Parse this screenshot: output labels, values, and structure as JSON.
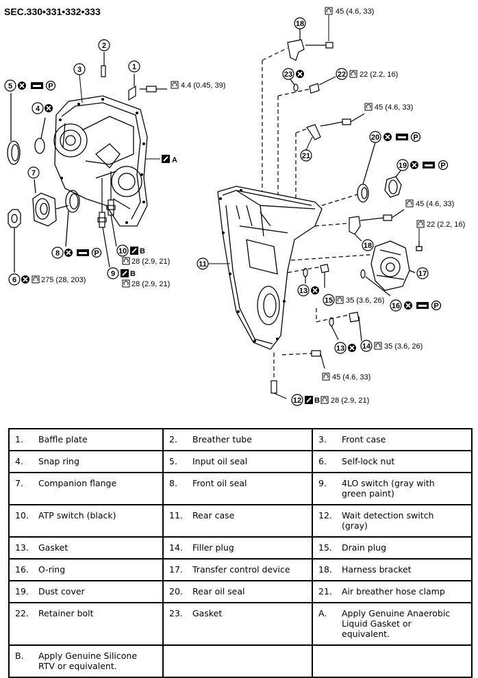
{
  "diagram": {
    "section_title": "SEC.330•331•332•333",
    "torques": {
      "t1": "4.4 (0.45, 39)",
      "t6": "275 (28, 203)",
      "t10": "28 (2.9, 21)",
      "t9": "28 (2.9, 21)",
      "t18": "45 (4.6, 33)",
      "t22": "22 (2.2, 16)",
      "t21": "45 (4.6, 33)",
      "tbr": "45 (4.6, 33)",
      "t17": "22 (2.2, 16)",
      "t15": "35 (3.6, 26)",
      "t14": "35 (3.6, 26)",
      "tbot": "45 (4.6, 33)",
      "t12": "28 (2.9, 21)"
    },
    "letters": {
      "A": "A",
      "B10": "B",
      "B9": "B",
      "B12": "B"
    },
    "part_numbers": [
      "1",
      "2",
      "3",
      "4",
      "5",
      "6",
      "7",
      "8",
      "9",
      "10",
      "11",
      "12",
      "13",
      "14",
      "15",
      "16",
      "17",
      "18",
      "19",
      "20",
      "21",
      "22",
      "23",
      "13"
    ],
    "symbols": {
      "p": "P",
      "x": "✕"
    }
  },
  "legend": {
    "rows": [
      [
        {
          "n": "1.",
          "t": "Baffle plate"
        },
        {
          "n": "2.",
          "t": "Breather tube"
        },
        {
          "n": "3.",
          "t": "Front case"
        }
      ],
      [
        {
          "n": "4.",
          "t": "Snap ring"
        },
        {
          "n": "5.",
          "t": "Input oil seal"
        },
        {
          "n": "6.",
          "t": "Self-lock nut"
        }
      ],
      [
        {
          "n": "7.",
          "t": "Companion flange"
        },
        {
          "n": "8.",
          "t": "Front oil seal"
        },
        {
          "n": "9.",
          "t": "4LO switch (gray with green paint)"
        }
      ],
      [
        {
          "n": "10.",
          "t": "ATP switch (black)"
        },
        {
          "n": "11.",
          "t": "Rear case"
        },
        {
          "n": "12.",
          "t": "Wait detection switch (gray)"
        }
      ],
      [
        {
          "n": "13.",
          "t": "Gasket"
        },
        {
          "n": "14.",
          "t": "Filler plug"
        },
        {
          "n": "15.",
          "t": "Drain plug"
        }
      ],
      [
        {
          "n": "16.",
          "t": "O-ring"
        },
        {
          "n": "17.",
          "t": "Transfer control device"
        },
        {
          "n": "18.",
          "t": "Harness bracket"
        }
      ],
      [
        {
          "n": "19.",
          "t": "Dust cover"
        },
        {
          "n": "20.",
          "t": "Rear oil seal"
        },
        {
          "n": "21.",
          "t": "Air breather hose clamp"
        }
      ],
      [
        {
          "n": "22.",
          "t": "Retainer bolt"
        },
        {
          "n": "23.",
          "t": "Gasket"
        },
        {
          "n": "A.",
          "t": "Apply Genuine Anaerobic Liquid Gasket or equivalent."
        }
      ],
      [
        {
          "n": "B.",
          "t": "Apply Genuine Silicone RTV or equivalent."
        },
        {
          "n": "",
          "t": ""
        },
        {
          "n": "",
          "t": ""
        }
      ]
    ]
  }
}
